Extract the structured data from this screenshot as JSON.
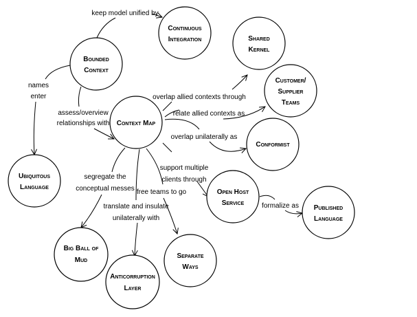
{
  "nodes": {
    "continuous_integration": [
      "Continuous",
      "Integration"
    ],
    "shared_kernel": [
      "Shared",
      "Kernel"
    ],
    "bounded_context": [
      "Bounded",
      "Context"
    ],
    "customer_supplier": [
      "Customer/",
      "Supplier",
      "Teams"
    ],
    "context_map": [
      "Context Map"
    ],
    "conformist": [
      "Conformist"
    ],
    "ubiquitous_language": [
      "Ubiquitous",
      "Language"
    ],
    "open_host_service": [
      "Open Host",
      "Service"
    ],
    "published_language": [
      "Published",
      "Language"
    ],
    "big_ball_of_mud": [
      "Big Ball of",
      "Mud"
    ],
    "anticorruption_layer": [
      "Anticorruption",
      "Layer"
    ],
    "separate_ways": [
      "Separate",
      "Ways"
    ]
  },
  "edges": {
    "keep_unified": [
      "keep model unified by"
    ],
    "names_enter": [
      "names",
      "enter"
    ],
    "assess": [
      "assess/overview",
      "relationships with"
    ],
    "overlap_allied": [
      "overlap allied contexts through"
    ],
    "relate_allied": [
      "relate allied contexts as"
    ],
    "overlap_unilateral": [
      "overlap unilaterally as"
    ],
    "support_clients": [
      "support multiple",
      "clients through"
    ],
    "free_teams": [
      "free teams to go"
    ],
    "translate": [
      "translate and insulate",
      "unilaterally with"
    ],
    "segregate": [
      "segregate the",
      "conceptual messes"
    ],
    "formalize": [
      "formalize as"
    ]
  }
}
